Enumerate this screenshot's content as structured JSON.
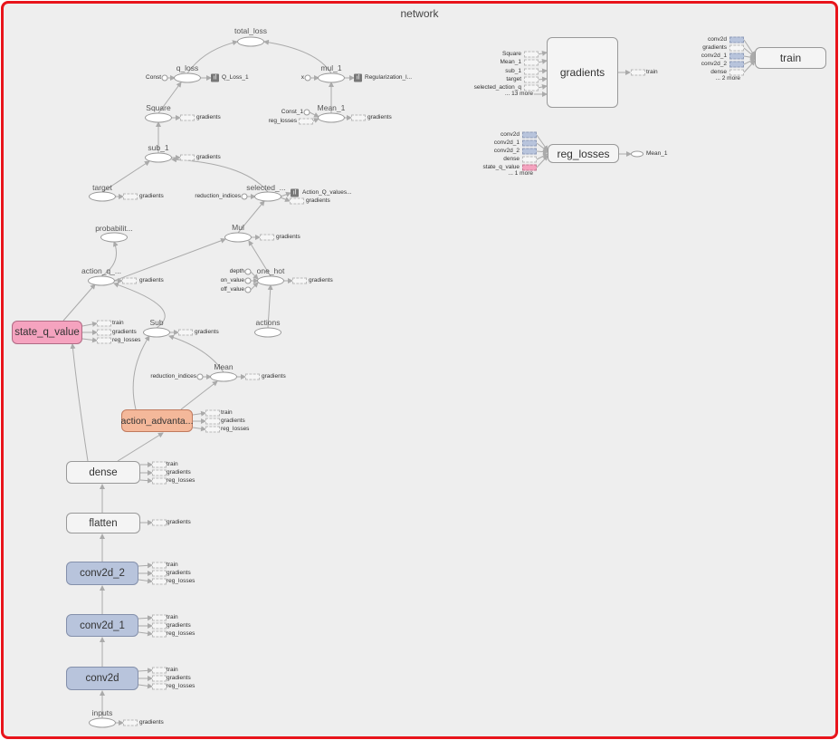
{
  "title": "network",
  "side_labels": {
    "gradients": "gradients",
    "train": "train",
    "reg_losses": "reg_losses"
  },
  "nodes": {
    "total_loss": "total_loss",
    "q_loss": "q_loss",
    "const": "Const",
    "q_loss_summary": "Q_Loss_1",
    "mul_1": "mul_1",
    "x": "x",
    "reg_summary": "Regularization_l...",
    "mean_1": "Mean_1",
    "const_1": "Const_1",
    "reg_losses_in": "reg_losses",
    "square": "Square",
    "sub_1": "sub_1",
    "target": "target",
    "selected": "selected_...",
    "reduction_indices": "reduction_indices",
    "action_q_summary": "Action_Q_values...",
    "probability": "probabilit...",
    "mul": "Mul",
    "action_q": "action_q_...",
    "one_hot": "one_hot",
    "depth": "depth",
    "on_value": "on_value",
    "off_value": "off_value",
    "actions": "actions",
    "state_q_value": "state_q_value",
    "sub": "Sub",
    "mean": "Mean",
    "action_advantage": "action_advanta...",
    "dense": "dense",
    "flatten": "flatten",
    "conv2d_2": "conv2d_2",
    "conv2d_1": "conv2d_1",
    "conv2d": "conv2d",
    "inputs": "inputs"
  },
  "gradients_group": {
    "label": "gradients",
    "inputs": [
      "Square",
      "Mean_1",
      "sub_1",
      "target",
      "selected_action_q",
      "... 13 more"
    ],
    "output": "train"
  },
  "train_group": {
    "label": "train",
    "inputs": [
      "conv2d",
      "gradients",
      "conv2d_1",
      "conv2d_2",
      "dense",
      "... 2 more"
    ]
  },
  "reg_losses_group": {
    "label": "reg_losses",
    "inputs": [
      "conv2d",
      "conv2d_1",
      "conv2d_2",
      "dense",
      "state_q_value",
      "... 1 more"
    ],
    "output": "Mean_1"
  }
}
